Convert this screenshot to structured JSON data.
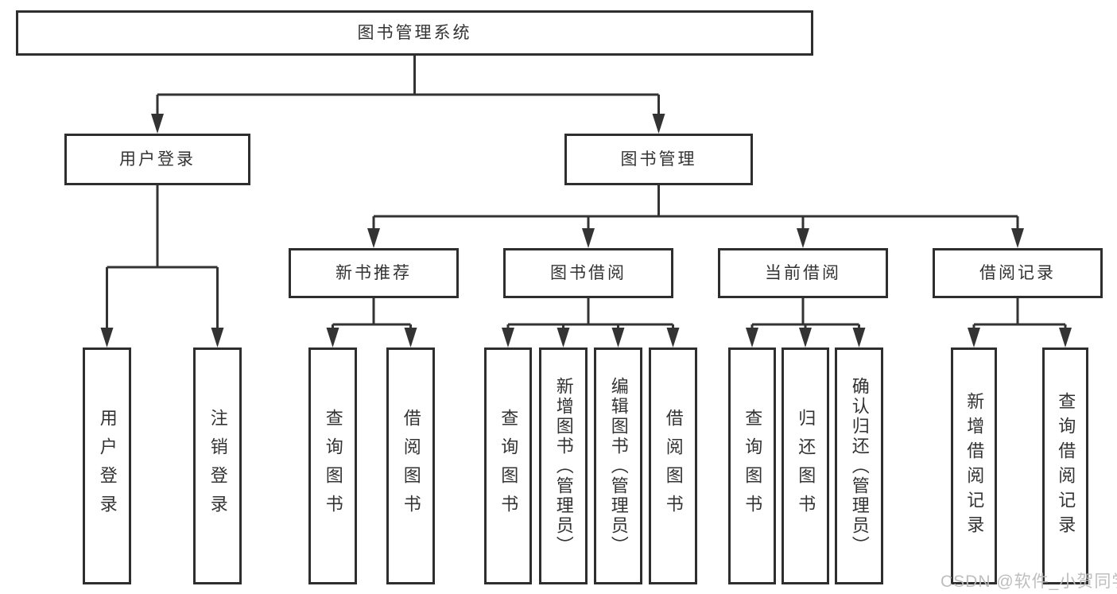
{
  "tree": {
    "root": "图书管理系统",
    "children": [
      {
        "label": "用户登录",
        "children": [
          "用户登录",
          "注销登录"
        ]
      },
      {
        "label": "图书管理",
        "children": [
          {
            "label": "新书推荐",
            "children": [
              "查询图书",
              "借阅图书"
            ]
          },
          {
            "label": "图书借阅",
            "children": [
              "查询图书",
              "新增图书（管理员）",
              "编辑图书（管理员）",
              "借阅图书"
            ]
          },
          {
            "label": "当前借阅",
            "children": [
              "查询图书",
              "归还图书",
              "确认归还（管理员）"
            ]
          },
          {
            "label": "借阅记录",
            "children": [
              "新增借阅记录",
              "查询借阅记录"
            ]
          }
        ]
      }
    ]
  },
  "watermark": "CSDN @软件_小贺同学",
  "colors": {
    "line": "#333333",
    "border": "#2e2e2e",
    "text": "#333333",
    "watermark": "#bababa",
    "background": "#ffffff"
  }
}
